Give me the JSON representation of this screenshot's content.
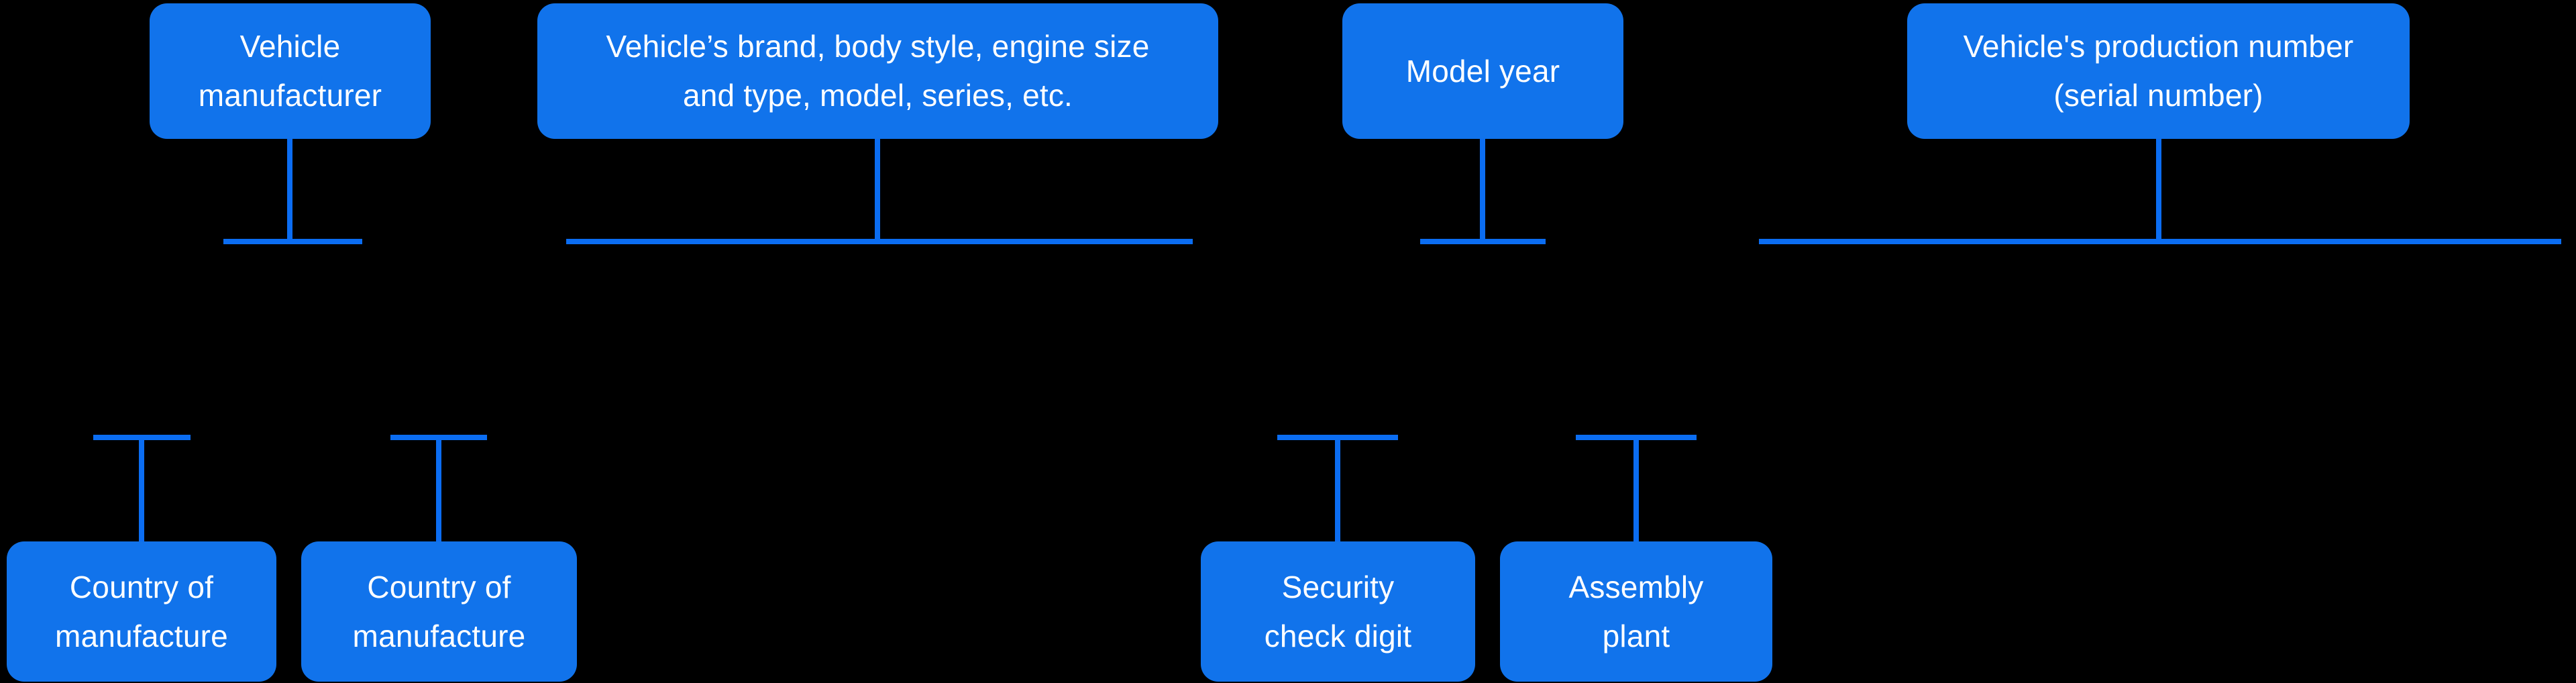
{
  "diagram": {
    "title": "VIN structure diagram",
    "colors": {
      "background": "#000000",
      "box_fill": "#1173eb",
      "connector_line": "#0b6df2",
      "label_text": "#ffffff"
    },
    "top_row": [
      {
        "label": "Vehicle\nmanufacturer"
      },
      {
        "label": "Vehicle’s brand, body style, engine size\nand type, model, series, etc."
      },
      {
        "label": "Model year"
      },
      {
        "label": "Vehicle's production number\n(serial number)"
      }
    ],
    "bottom_row": [
      {
        "label": "Country of\nmanufacture"
      },
      {
        "label": "Country of\nmanufacture"
      },
      {
        "label": "Security\ncheck digit"
      },
      {
        "label": "Assembly\nplant"
      }
    ]
  }
}
